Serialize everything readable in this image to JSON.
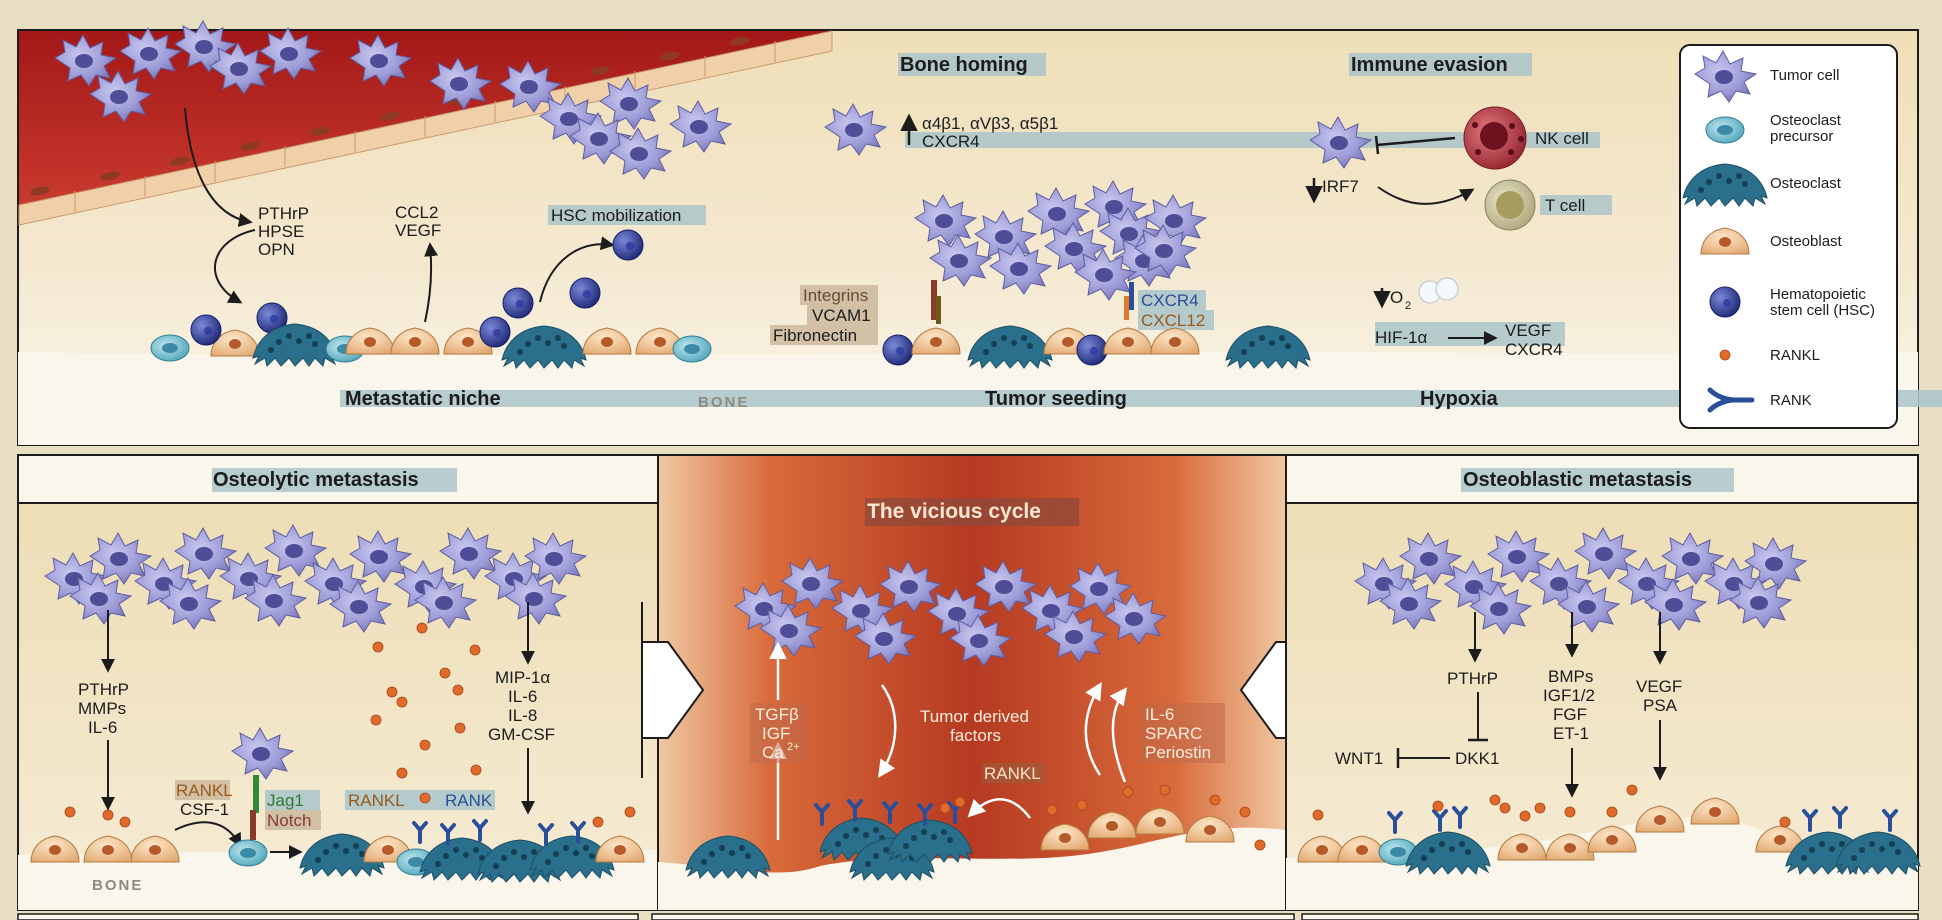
{
  "top": {
    "headers": {
      "bone_homing": "Bone homing",
      "immune_evasion": "Immune evasion"
    },
    "bottom_bar": {
      "metastatic_niche": "Metastatic niche",
      "bone": "BONE",
      "tumor_seeding": "Tumor seeding",
      "hypoxia": "Hypoxia"
    },
    "niche_labels": {
      "pthrp": "PTHrP",
      "hpse": "HPSE",
      "opn": "OPN",
      "ccl2": "CCL2",
      "vegf": "VEGF",
      "hsc_mobilization": "HSC mobilization"
    },
    "homing_labels": {
      "integrins_line": "α4β1, αVβ3, α5β1",
      "cxcr4": "CXCR4"
    },
    "seeding_labels": {
      "integrins": "Integrins",
      "vcam1": "VCAM1",
      "fibronectin": "Fibronectin",
      "cxcr4": "CXCR4",
      "cxcl12": "CXCL12"
    },
    "immune_labels": {
      "nk_cell": "NK cell",
      "irf7": "IRF7",
      "t_cell": "T cell"
    },
    "hypoxia_labels": {
      "o2": "O",
      "o2_sub": "2",
      "hif": "HIF-1α",
      "vegf": "VEGF",
      "cxcr4": "CXCR4"
    }
  },
  "legend": {
    "items": [
      {
        "label": "Tumor cell"
      },
      {
        "label": "Osteoclast",
        "label2": "precursor"
      },
      {
        "label": "Osteoclast"
      },
      {
        "label": "Osteoblast"
      },
      {
        "label": "Hematopoietic",
        "label2": "stem cell (HSC)"
      },
      {
        "label": "RANKL"
      },
      {
        "label": "RANK"
      }
    ]
  },
  "osteolytic": {
    "title": "Osteolytic metastasis",
    "left_factors": [
      "PTHrP",
      "MMPs",
      "IL-6"
    ],
    "right_factors": [
      "MIP-1α",
      "IL-6",
      "IL-8",
      "GM-CSF"
    ],
    "rankl": "RANKL",
    "csf1": "CSF-1",
    "jag1": "Jag1",
    "notch": "Notch",
    "rankl2": "RANKL",
    "rank": "RANK",
    "bone": "BONE"
  },
  "vicious": {
    "title": "The vicious cycle",
    "left_factors": [
      "TGFβ",
      "IGF",
      "Ca"
    ],
    "ca_sup": "2+",
    "center_line1": "Tumor derived",
    "center_line2": "factors",
    "rankl": "RANKL",
    "right_factors": [
      "IL-6",
      "SPARC",
      "Periostin"
    ]
  },
  "osteoblastic": {
    "title": "Osteoblastic metastasis",
    "pthrp": "PTHrP",
    "dkk1": "DKK1",
    "wnt1": "WNT1",
    "bmps_list": [
      "BMPs",
      "IGF1/2",
      "FGF",
      "ET-1"
    ],
    "vegf_list": [
      "VEGF",
      "PSA"
    ]
  },
  "colors": {
    "tumor": "#9b9ad6",
    "osteoclast": "#2a6f8c",
    "osteoblast": "#f1c79d",
    "hsc": "#2f3d8f",
    "rankl": "#e06a2a",
    "vessel": "#b32424",
    "panel_bg": "#f2e6cc"
  }
}
